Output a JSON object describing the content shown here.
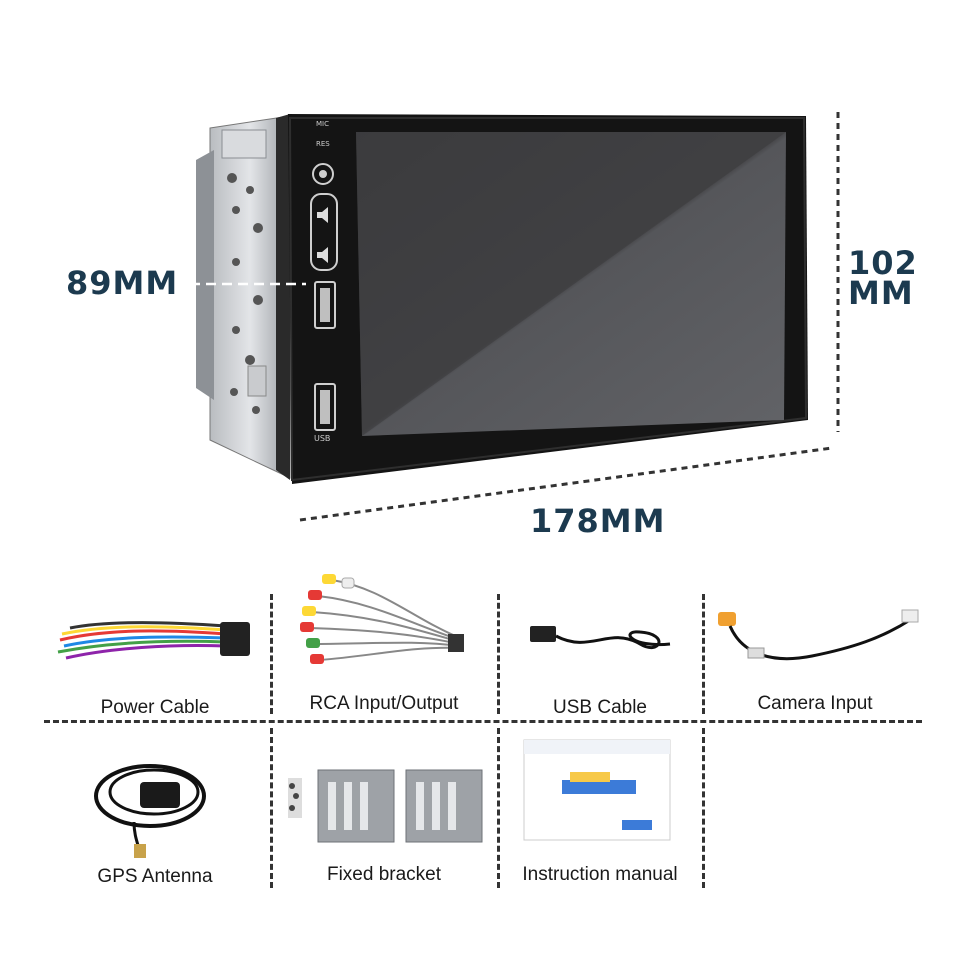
{
  "dimensions": {
    "depth": "89MM",
    "height_line1": "102",
    "height_line2": "MM",
    "width": "178MM"
  },
  "device": {
    "mic_label": "MIC",
    "res_label": "RES",
    "usb_label": "USB"
  },
  "accessories": [
    {
      "label": "Power Cable"
    },
    {
      "label": "RCA Input/Output"
    },
    {
      "label": "USB  Cable"
    },
    {
      "label": "Camera  Input"
    },
    {
      "label": "GPS  Antenna"
    },
    {
      "label": "Fixed bracket"
    },
    {
      "label": "Instruction manual"
    }
  ],
  "colors": {
    "dimension_text": "#1c3a4f",
    "screen": "#4a4a4c",
    "bezel": "#151515"
  }
}
